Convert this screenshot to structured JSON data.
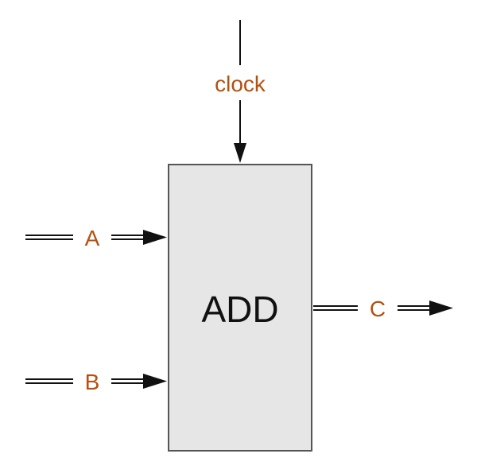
{
  "block": {
    "label": "ADD",
    "fill": "#e6e6e6",
    "stroke": "#555555"
  },
  "signals": {
    "clock": "clock",
    "a": "A",
    "b": "B",
    "c": "C"
  },
  "colors": {
    "signal_label": "#b5500f",
    "wire": "#111111"
  }
}
